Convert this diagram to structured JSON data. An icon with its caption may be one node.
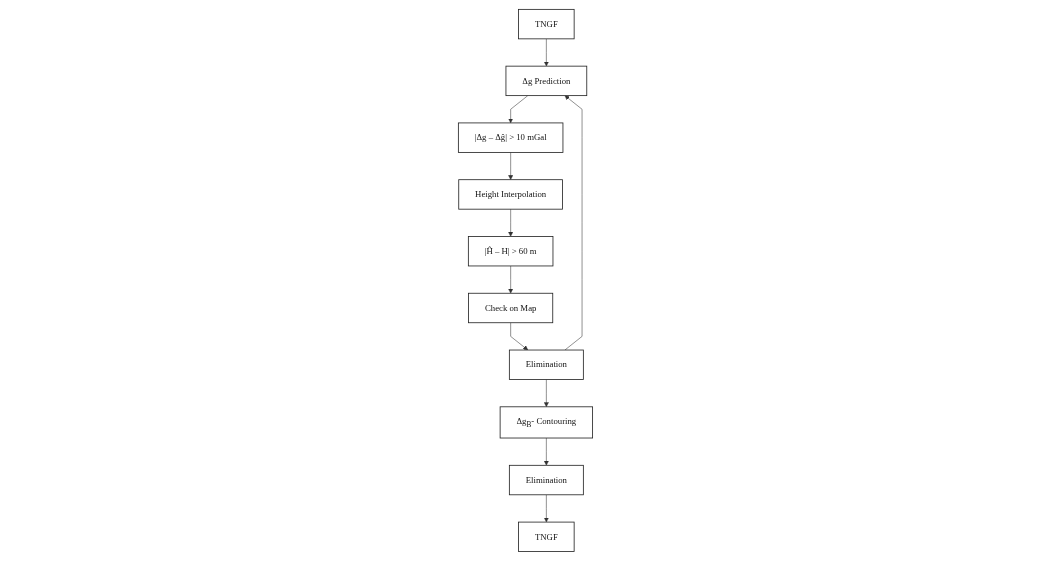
{
  "diagram": {
    "nodes": [
      {
        "text": [
          "TNGF"
        ]
      },
      {
        "text": [
          "Δg Prediction"
        ]
      },
      {
        "text": [
          "|Δg – Δĝ| > 10 mGal"
        ]
      },
      {
        "text": [
          "Height Interpolation"
        ]
      },
      {
        "text": [
          "|Ĥ – H| > 60 m"
        ]
      },
      {
        "text": [
          "Check on Map"
        ]
      },
      {
        "text": [
          "Elimination"
        ]
      },
      {
        "text": [
          "Δg$_{B}$- Contouring"
        ]
      },
      {
        "text": [
          "Elimination"
        ]
      },
      {
        "text": [
          "TNGF"
        ]
      }
    ],
    "edges": [
      {
        "from": 0,
        "to": 1,
        "arrow": "to"
      },
      {
        "from": 1,
        "to": 2,
        "arrow": "to"
      },
      {
        "from": 2,
        "to": 3,
        "arrow": "to"
      },
      {
        "from": 3,
        "to": 4,
        "arrow": "to"
      },
      {
        "from": 4,
        "to": 5,
        "arrow": "to"
      },
      {
        "from": 5,
        "to": 6,
        "arrow": "to"
      },
      {
        "from": 6,
        "to": 1,
        "arrow": "to"
      },
      {
        "from": 6,
        "to": 7,
        "arrow": "to"
      },
      {
        "from": 7,
        "to": 8,
        "arrow": "to"
      },
      {
        "from": 8,
        "to": 9,
        "arrow": "to"
      }
    ]
  }
}
